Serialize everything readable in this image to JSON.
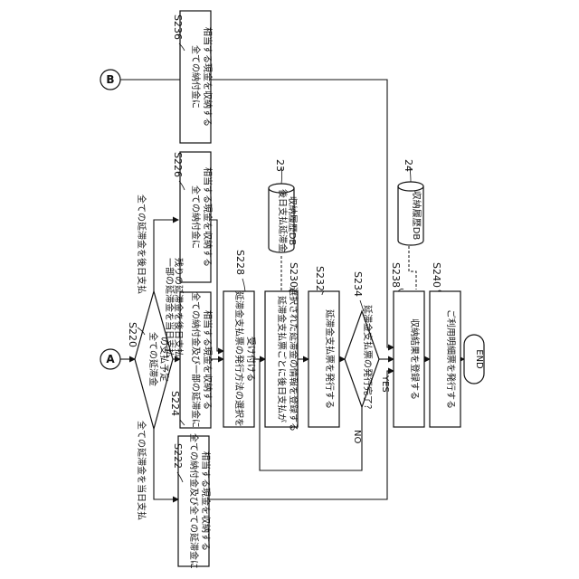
{
  "connectors": {
    "a": "A",
    "b": "B"
  },
  "steps": {
    "s220": {
      "id": "S220",
      "text": [
        "全ての延滞金",
        "の支払予定"
      ]
    },
    "s222": {
      "id": "S222",
      "text": [
        "全ての納付金及び全ての延滞金に",
        "相当する現金を収納する"
      ]
    },
    "s224": {
      "id": "S224",
      "text": [
        "全ての納付金及び一部の延滞金に",
        "相当する現金を収納する"
      ]
    },
    "s226": {
      "id": "S226",
      "text": [
        "全ての納付金に",
        "相当する現金を収納する"
      ]
    },
    "s228": {
      "id": "S228",
      "text": [
        "延滞金支払票の発行方法の選択を",
        "受け付ける"
      ]
    },
    "s230": {
      "id": "S230",
      "text": [
        "延滞金支払票ごとに後日支払が",
        "選択された延滞金の情報を登録する"
      ]
    },
    "s232": {
      "id": "S232",
      "text": [
        "延滞金支払票を発行する"
      ]
    },
    "s234": {
      "id": "S234",
      "text": [
        "延滞金支払票の発行完了？"
      ]
    },
    "s236": {
      "id": "S236",
      "text": [
        "全ての納付金に",
        "相当する現金を収納する"
      ]
    },
    "s238": {
      "id": "S238",
      "text": [
        "収納結果を登録する"
      ]
    },
    "s240": {
      "id": "S240",
      "text": [
        "ご利用明細票を発行する"
      ]
    },
    "end": {
      "text": "END"
    }
  },
  "databases": {
    "db23": {
      "ref": "23",
      "text": [
        "後日支払延滞金",
        "収納履歴DB"
      ]
    },
    "db24": {
      "ref": "24",
      "text": [
        "収納履歴DB"
      ]
    }
  },
  "branches": {
    "same_day": "全ての延滞金を当日支払",
    "partial": [
      "一部の延滞金を当日支払",
      "残りの延滞金を後日支払"
    ],
    "later": "全ての延滞金を後日支払",
    "yes": "YES",
    "no": "NO"
  }
}
